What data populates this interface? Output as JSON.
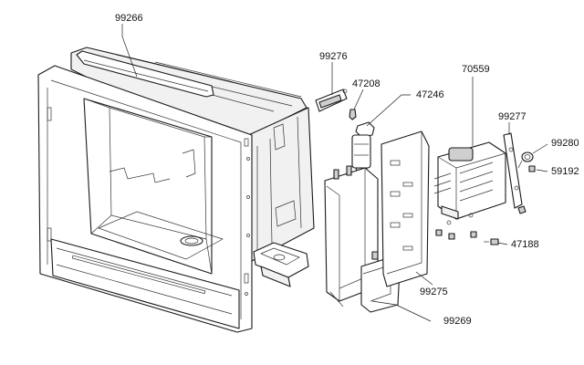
{
  "diagram": {
    "part_numbers": {
      "p99266": "99266",
      "p99276": "99276",
      "p47208": "47208",
      "p47246": "47246",
      "p70559": "70559",
      "p99277": "99277",
      "p99280": "99280",
      "p59192": "59192",
      "p47188": "47188",
      "p99275": "99275",
      "p99269": "99269"
    }
  }
}
